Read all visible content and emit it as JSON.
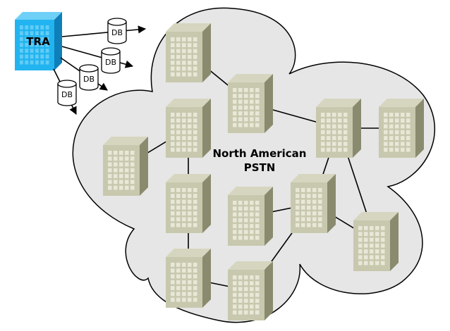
{
  "diagram": {
    "source_label": "TRA",
    "network_label_line1": "North American",
    "network_label_line2": "PSTN",
    "database_labels": [
      "DB",
      "DB",
      "DB",
      "DB"
    ]
  },
  "colors": {
    "cloud_fill": "#e6e6e6",
    "building_face": "#c8c8ae",
    "building_side": "#8a8a6e",
    "building_top": "#d6d6c0",
    "building_window": "#e8e8d8",
    "tra_front": "#22b4f0",
    "tra_side": "#0e7fb8",
    "tra_top": "#6fd0f7",
    "tra_window": "#62ccf5"
  }
}
